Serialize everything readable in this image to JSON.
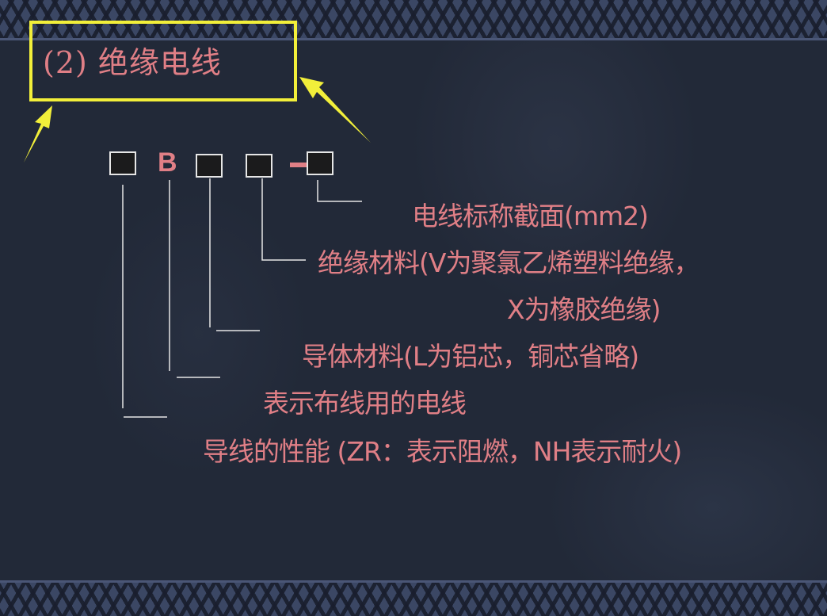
{
  "slide": {
    "title": "(2) 绝缘电线",
    "code": {
      "letter": "B",
      "dash": "–"
    },
    "labels": [
      {
        "id": "cross-section",
        "text": "电线标称截面(mm2)"
      },
      {
        "id": "insulation-line1",
        "text": "绝缘材料(V为聚氯乙烯塑料绝缘，"
      },
      {
        "id": "insulation-line2",
        "text": "X为橡胶绝缘)"
      },
      {
        "id": "conductor",
        "text": "导体材料(L为铝芯，铜芯省略)"
      },
      {
        "id": "wiring",
        "text": "表示布线用的电线"
      },
      {
        "id": "performance",
        "text": "导线的性能 (ZR：表示阻燃，NH表示耐火)"
      }
    ],
    "colors": {
      "background": "#222938",
      "text": "#e07f86",
      "highlight_box": "#f2ef3a",
      "border_pattern": "#3b4764",
      "connector_lines": "#e6e6e6"
    }
  }
}
